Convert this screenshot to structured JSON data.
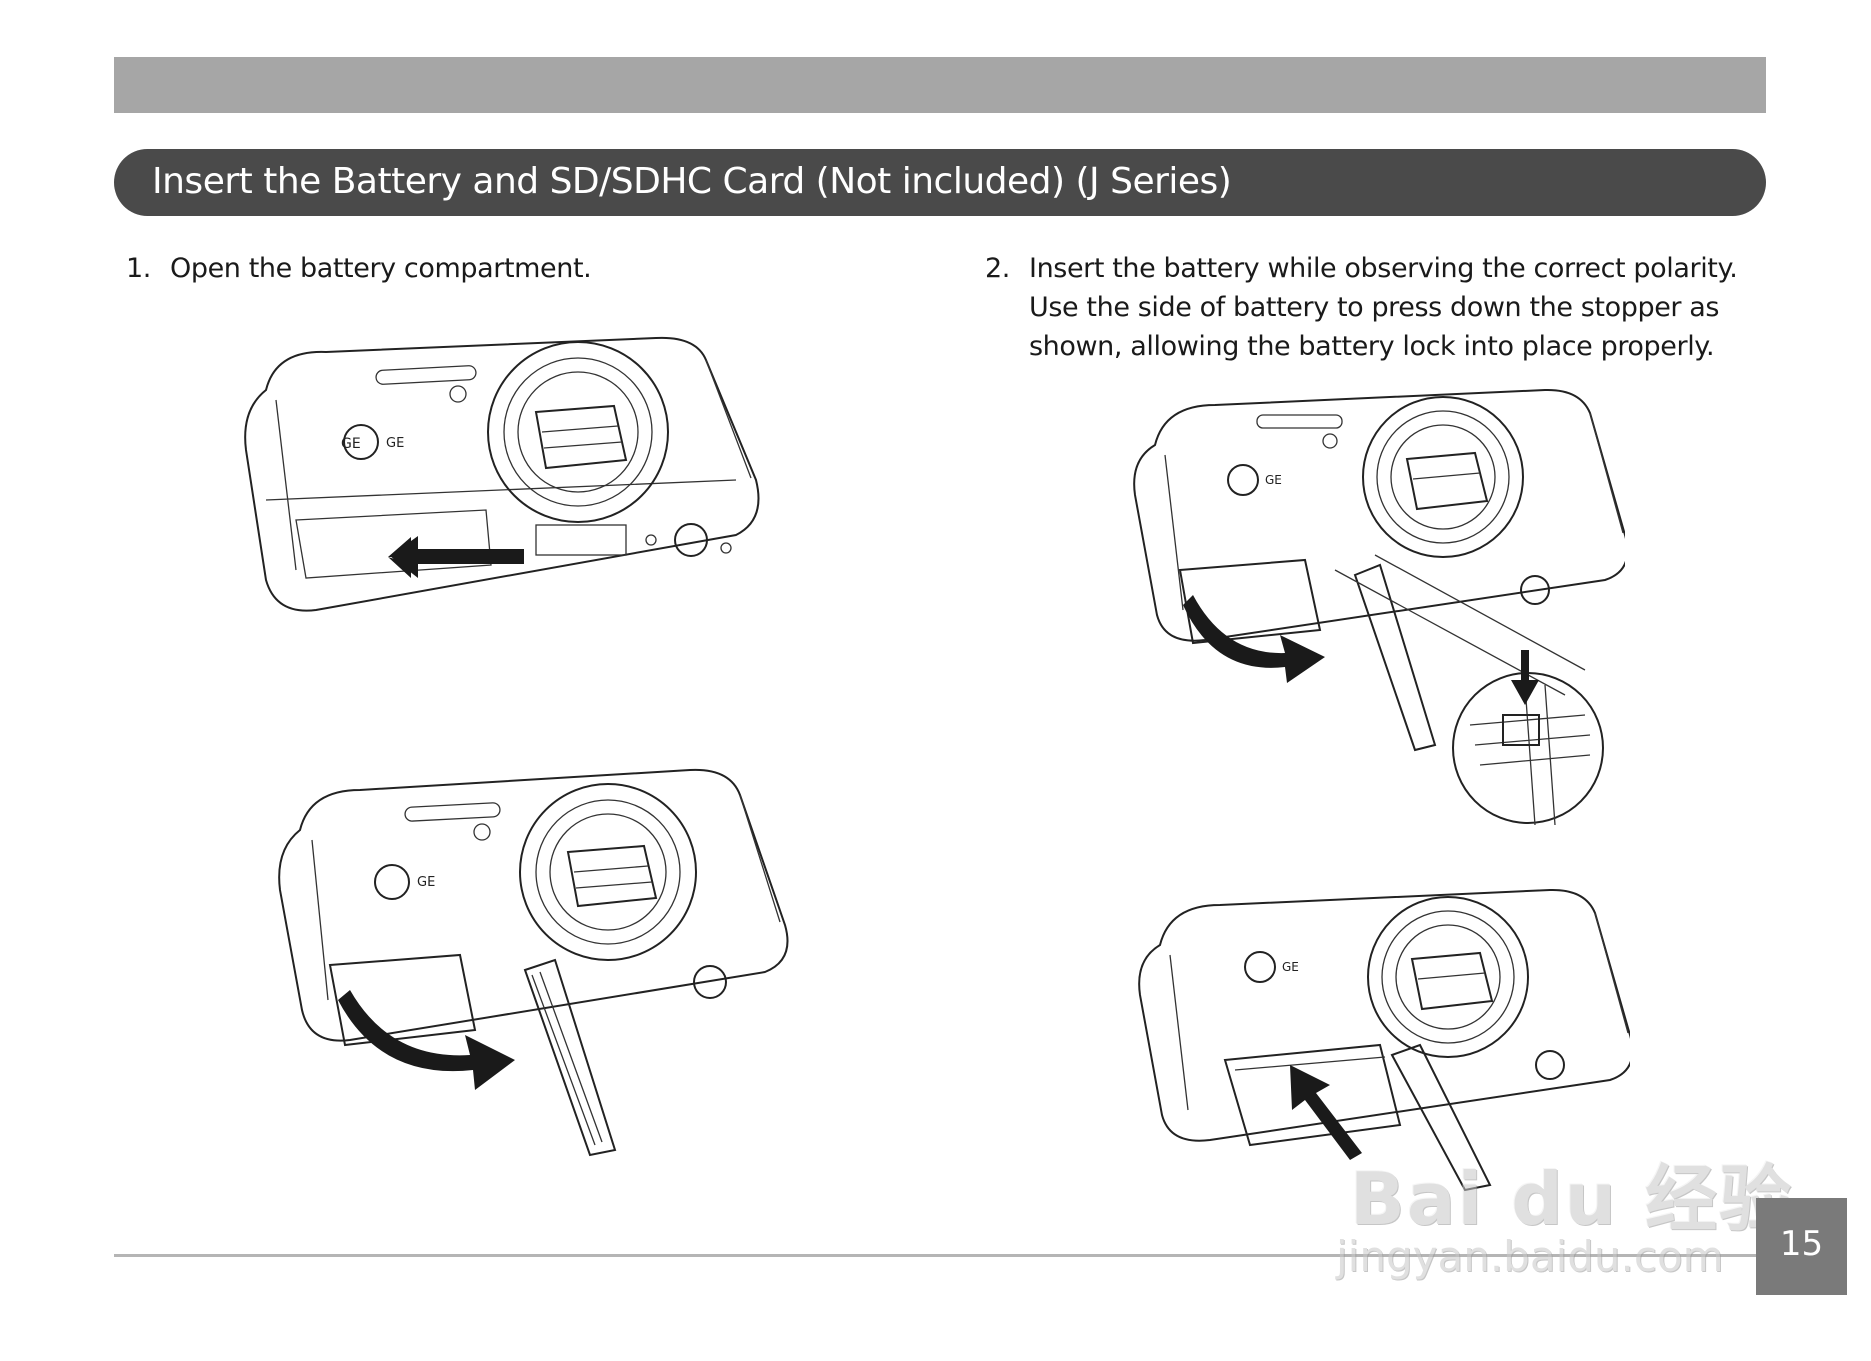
{
  "header": {
    "title": "Insert the Battery and SD/SDHC Card (Not included) (J Series)"
  },
  "steps": [
    {
      "number": "1.",
      "text": "Open the battery compartment."
    },
    {
      "number": "2.",
      "text": "Insert the battery while observing the correct polarity. Use the side of battery to press down the stopper as shown, allowing the battery lock into place properly."
    }
  ],
  "footer": {
    "page_number": "15"
  },
  "watermark": {
    "logo": "Bai du 经验",
    "url": "jingyan.baidu.com"
  },
  "camera": {
    "brand_label": "GE"
  }
}
